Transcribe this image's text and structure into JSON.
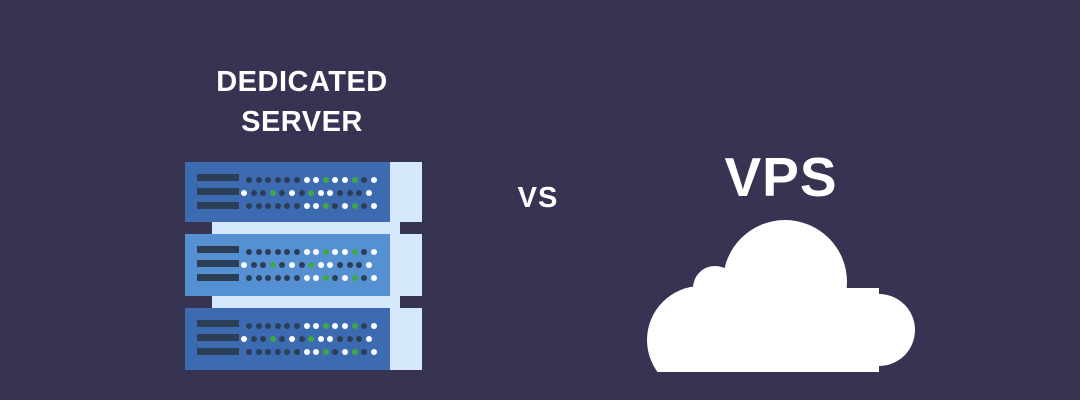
{
  "page": {
    "background": "#363353",
    "text_color": "#ffffff"
  },
  "comparison": {
    "left_title_line1": "DEDICATED",
    "left_title_line2": "SERVER",
    "divider_label": "VS",
    "right_title": "VPS"
  },
  "server_icon": {
    "colors": {
      "body_dark": "#3c6bb1",
      "body_light": "#5590d3",
      "panel_light": "#d6e9fc",
      "slat": "#2c3e55",
      "dot_dark": "#2c3e55",
      "dot_white": "#ffffff",
      "dot_green": "#3fa844"
    },
    "units": [
      "dark",
      "light",
      "dark"
    ],
    "dot_rows": [
      "ddddddwwgwwgdw",
      "wddgdwdgwwdddw",
      "ddddddwwgdwgdw"
    ]
  },
  "cloud_icon": {
    "color": "#ffffff"
  }
}
